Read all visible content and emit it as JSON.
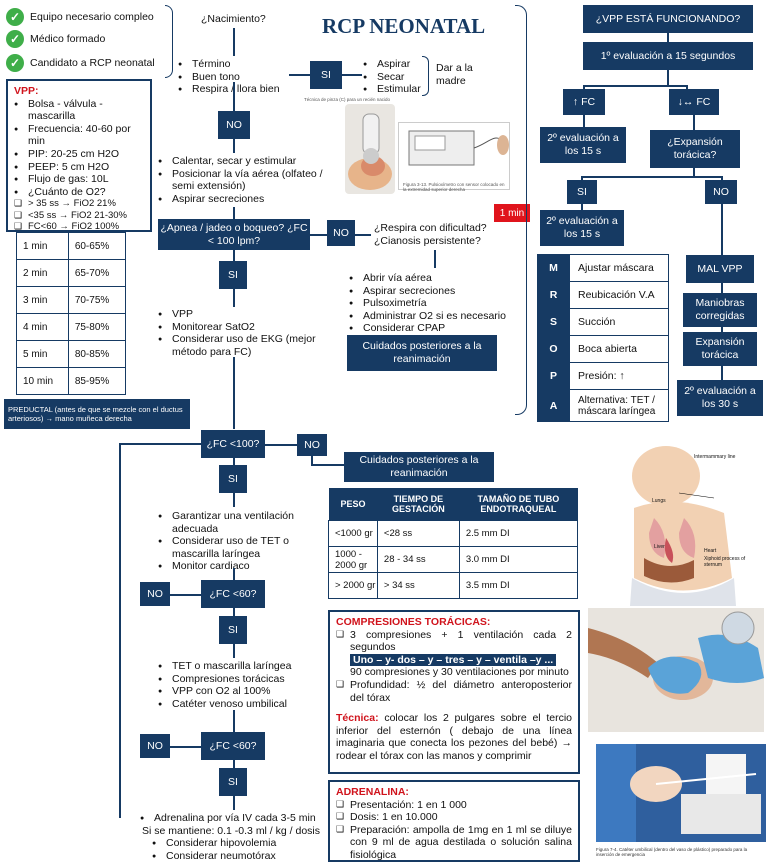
{
  "title": "RCP NEONATAL",
  "checks": [
    "Equipo necesario compleo",
    "Médico formado",
    "Candidato a RCP neonatal"
  ],
  "vpp_box": {
    "title": "VPP:",
    "items": [
      "Bolsa - válvula - mascarilla",
      "Frecuencia: 40-60 por min",
      "PIP: 20-25 cm H2O",
      "PEEP: 5  cm H2O",
      "Flujo de gas: 10L",
      "¿Cuánto de O2?"
    ],
    "o2": [
      "> 35 ss → FiO2 21%",
      "<35 ss → FiO2 21-30%",
      "FC<60 → FiO2 100%"
    ]
  },
  "preductal": {
    "rows": [
      [
        "1 min",
        "60-65%"
      ],
      [
        "2 min",
        "65-70%"
      ],
      [
        "3 min",
        "70-75%"
      ],
      [
        "4 min",
        "75-80%"
      ],
      [
        "5 min",
        "80-85%"
      ],
      [
        "10 min",
        "85-95%"
      ]
    ],
    "note": "PREDUCTAL (antes de que se mezcle con el ductus arteriosos) → mano muñeca derecha"
  },
  "flow": {
    "birth_q": "¿Nacimiento?",
    "birth_items": [
      "Término",
      "Buen tono",
      "Respira / llora bien"
    ],
    "si": "SI",
    "no": "NO",
    "mother_items": [
      "Aspirar",
      "Secar",
      "Estimular"
    ],
    "mother": "Dar a la madre",
    "img1_caption": "Técnica de pinza (C) para un recién nacido",
    "steps1": [
      "Calentar, secar y estimular",
      "Posicionar la vía aérea (olfateo / semi extensión)",
      "Aspirar secreciones"
    ],
    "apnea_q": "¿Apnea / jadeo o boqueo? ¿FC < 100 lpm?",
    "resp_q": "¿Respira con dificultad? ¿Cianosis persistente?",
    "one_min": "1 min",
    "steps_resp": [
      "Abrir vía aérea",
      "Aspirar secreciones",
      "Pulsoximetría",
      "Administrar O2 si es necesario",
      "Considerar CPAP"
    ],
    "post_care": "Cuidados posteriores a la reanimación",
    "steps_vpp": [
      "VPP",
      "Monitorear SatO2",
      "Considerar uso de EKG (mejor método para FC)"
    ],
    "fc100_q": "¿FC <100?",
    "steps_vent": [
      "Garantizar una ventilación adecuada",
      "Considerar uso de TET o mascarilla laríngea",
      "Monitor cardiaco"
    ],
    "fc60_q": "¿FC <60?",
    "steps_comp": [
      "TET o mascarilla laríngea",
      "Compresiones torácicas",
      "VPP con O2 al 100%",
      "Catéter venoso umbilical"
    ],
    "steps_adr": [
      "Adrenalina por vía IV cada 3-5 min",
      "Considerar hipovolemia",
      "Considerar neumotórax"
    ],
    "adr_sub": "Si se mantiene: 0.1 -0.3 ml / kg / dosis",
    "img2_caption": "Figura 3-13. Pulsioxímetro con sensor colocado en la extremidad superior derecha"
  },
  "right_flow": {
    "q": "¿VPP ESTÁ FUNCIONANDO?",
    "first_eval": "1º evaluación a 15 segundos",
    "fc_up": "↑ FC",
    "fc_eq": "↓↔ FC",
    "second_eval_a": "2º evaluación a los 15 s",
    "expansion_q": "¿Expansión torácica?",
    "si": "SI",
    "no": "NO",
    "second_eval_b": "2º evaluación a los 15 s",
    "mal_vpp": "MAL VPP",
    "maniobras": "Maniobras corregidas",
    "expansion": "Expansión torácica",
    "third_eval": "2º evaluación a los 30 s",
    "mrsopa": [
      [
        "M",
        "Ajustar máscara"
      ],
      [
        "R",
        "Reubicación V.A"
      ],
      [
        "S",
        "Succión"
      ],
      [
        "O",
        "Boca abierta"
      ],
      [
        "P",
        "Presión: ↑"
      ],
      [
        "A",
        "Alternativa: TET / máscara laríngea"
      ]
    ]
  },
  "tube_table": {
    "headers": [
      "PESO",
      "TIEMPO DE GESTACIÓN",
      "TAMAÑO DE TUBO ENDOTRAQUEAL"
    ],
    "rows": [
      [
        "<1000 gr",
        "<28 ss",
        "2.5 mm DI"
      ],
      [
        "1000 - 2000 gr",
        "28 - 34 ss",
        "3.0 mm DI"
      ],
      [
        "> 2000 gr",
        "> 34 ss",
        "3.5 mm DI"
      ]
    ]
  },
  "compressions": {
    "title": "COMPRESIONES TORÁCICAS:",
    "item1": "3 compresiones + 1 ventilación cada 2 segundos",
    "highlight": "Uno – y- dos – y – tres – y – ventila –y ...",
    "item1b": "90 compresiones y 30 ventilaciones por minuto",
    "item2": "Profundidad: ½ del diámetro anteroposterior del tórax",
    "tech_label": "Técnica:",
    "tech": "colocar los 2 pulgares sobre el tercio inferior del esternón ( debajo de una línea imaginaria que conecta los pezones del bebé) → rodear el tórax con las manos y comprimir"
  },
  "adrenalina": {
    "title": "ADRENALINA:",
    "items": [
      "Presentación: 1 en 1 000",
      "Dosis: 1 en 10.000",
      "Preparación: ampolla de 1mg en 1 ml se diluye con 9 ml de agua destilada o solución salina fisiológica"
    ]
  },
  "anatomy_labels": [
    "Intermammary line",
    "Lungs",
    "Liver",
    "Heart",
    "Xiphoid process of sternum"
  ],
  "photo_caption": "Figura 7-4. Catéter umbilical (dentro del vaso de plástico) preparado para la inserción de emergencia"
}
